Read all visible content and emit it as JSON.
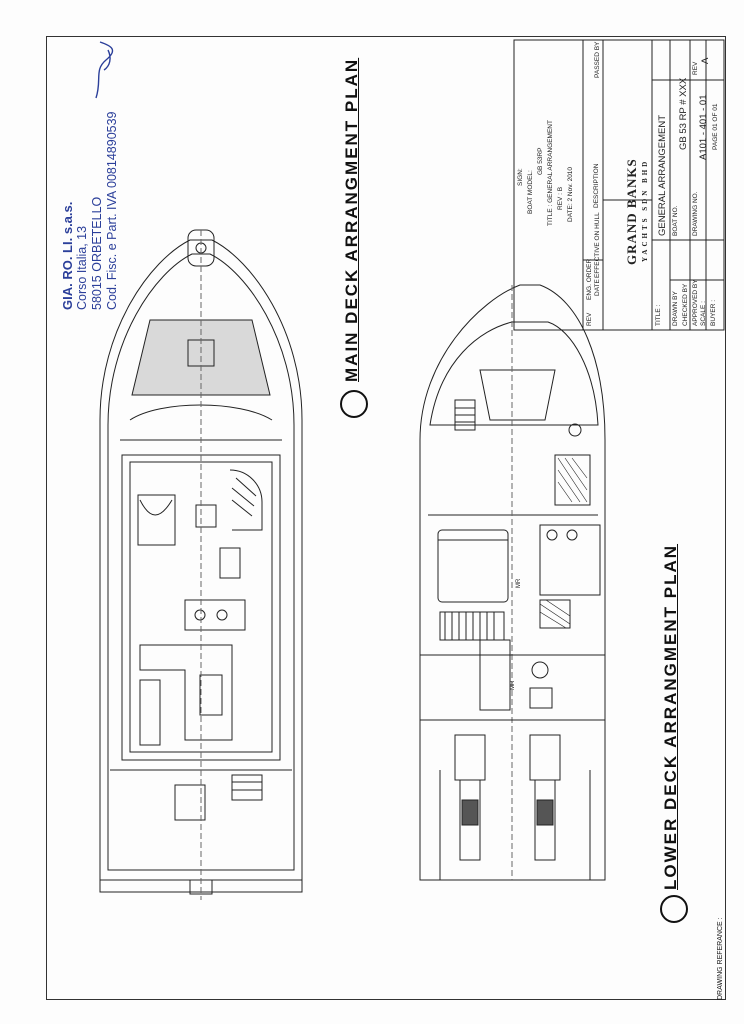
{
  "stamp": {
    "company": "GIA. RO. LI. s.a.s.",
    "street": "Corso Italia, 13",
    "city": "58015 ORBETELLO",
    "tax": "Cod. Fisc. e Part. IVA 00814890539"
  },
  "plans": {
    "main_title": "MAIN DECK ARRANGMENT PLAN",
    "lower_title": "LOWER DECK ARRANGMENT PLAN"
  },
  "labels": {
    "drawing_reference": "DRAWING REFERANCE :",
    "lower_room_label_1": "MR",
    "lower_room_label_2": "MR"
  },
  "title_block": {
    "sign": "SIGN:",
    "boat_model_label": "BOAT MODEL:",
    "boat_model": "GB 53RP",
    "title_line": "TITLE : GENERAL ARRANGEMENT",
    "rev_line": "REV : B",
    "date_line": "DATE: 2 Nov. 2010",
    "description": "DESCRIPTION",
    "brand": "GRAND BANKS",
    "brand_sub": "YACHTS SDN BHD",
    "title_label": "TITLE :",
    "title_value": "GENERAL ARRANGEMENT",
    "drawn_by": "DRAWN BY",
    "checked_by": "CHECKED BY",
    "approved_by": "APPROVED BY",
    "scale": "SCALE :",
    "buyer": "BUYER :",
    "boat_no_label": "BOAT NO.",
    "boat_no": "GB 53 RP # XXX",
    "drawing_no_label": "DRAWING NO.",
    "drawing_no": "A101 - 401 - 01",
    "rev_label": "REV",
    "rev_value": "A",
    "page": "PAGE 01 OF 01",
    "rev_col": "REV",
    "date_col": "DATE",
    "eng_order_col": "ENG. ORDER",
    "effective_col": "EFFECTIVE ON HULL",
    "passed_col": "PASSED BY"
  }
}
